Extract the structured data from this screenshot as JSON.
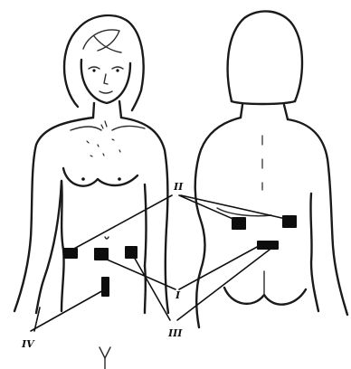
{
  "labels": {
    "II": "II",
    "I": "I",
    "III": "III",
    "IV": "IV"
  },
  "colors": {
    "ink": "#111111",
    "background": "#ffffff"
  }
}
